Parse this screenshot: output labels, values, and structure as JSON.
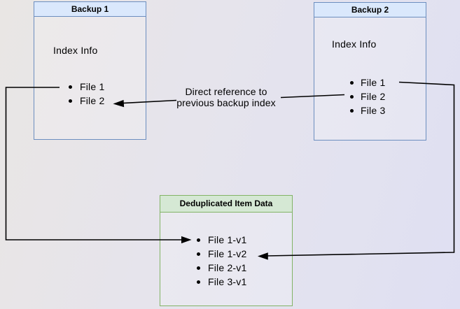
{
  "diagram": {
    "backup1": {
      "title": "Backup 1",
      "section_label": "Index Info",
      "files": [
        "File 1",
        "File 2"
      ]
    },
    "backup2": {
      "title": "Backup 2",
      "section_label": "Index Info",
      "files": [
        "File 1",
        "File 2",
        "File 3"
      ]
    },
    "dedup": {
      "title": "Deduplicated Item Data",
      "items": [
        "File 1-v1",
        "File 1-v2",
        "File 2-v1",
        "File 3-v1"
      ]
    },
    "annotation": {
      "line1": "Direct reference to",
      "line2": "previous backup index"
    },
    "colors": {
      "backup_header_fill": "#dae8fc",
      "backup_border": "#6c8ebf",
      "dedup_header_fill": "#d5e8d4",
      "dedup_border": "#82b366",
      "arrow": "#000000",
      "text": "#000000",
      "background_left": "#e9e6e4",
      "background_right": "#dfdff2"
    }
  }
}
